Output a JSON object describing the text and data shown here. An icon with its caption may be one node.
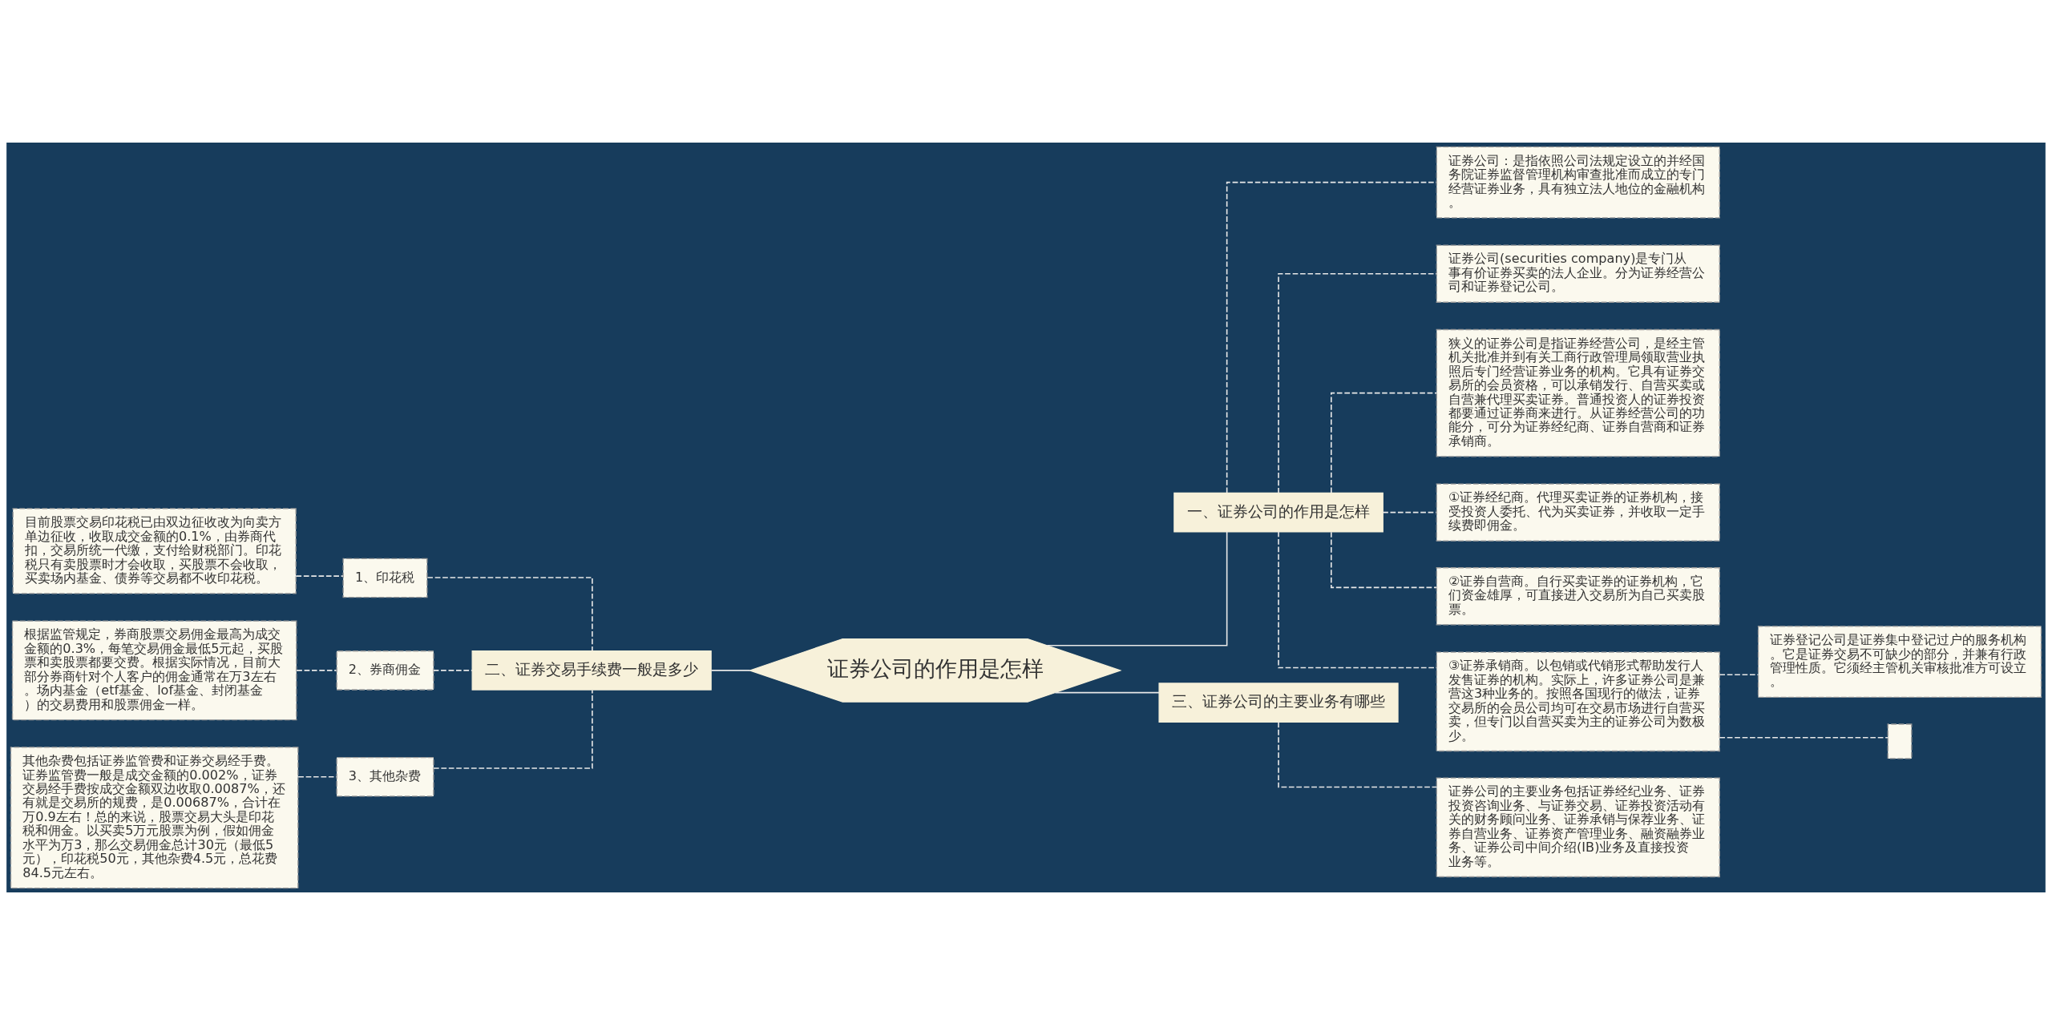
{
  "diagram": {
    "nodes": [
      {
        "text": [
          "证券公司的作用是怎样"
        ]
      },
      {
        "text": [
          "一、证券公司的作用是怎样"
        ]
      },
      {
        "text": [
          "二、证券交易手续费一般是多少"
        ]
      },
      {
        "text": [
          "三、证券公司的主要业务有哪些"
        ]
      },
      {
        "text": [
          "证券公司：是指依照公司法规定设立的并经国务院证券监督管理机构审查批准而成立的专门经营证券业务，具有独立法人地位的金融机构。"
        ]
      },
      {
        "text": [
          "证券公司(securities company)是专门从事有价证券买卖的法人企业。分为证券经营公司和证券登记公司。"
        ]
      },
      {
        "text": [
          "狭义的证券公司是指证券经营公司，是经主管机关批准并到有关工商行政管理局领取营业执照后专门经营证券业务的机构。它具有证券交易所的会员资格，可以承销发行、自营买卖或自营兼代理买卖证券。普通投资人的证券投资都要通过证券商来进行。从证券经营公司的功能分，可分为证券经纪商、证券自营商和证券承销商。"
        ]
      },
      {
        "text": [
          "①证券经纪商。代理买卖证券的证券机构，接受投资人委托、代为买卖证券，并收取一定手续费即佣金。"
        ]
      },
      {
        "text": [
          "②证券自营商。自行买卖证券的证券机构，它们资金雄厚，可直接进入交易所为自己买卖股票。"
        ]
      },
      {
        "text": [
          "③证券承销商。以包销或代销形式帮助发行人发售证券的机构。实际上，许多证券公司是兼营这3种业务的。按照各国现行的做法，证券交易所的会员公司均可在交易市场进行自营买卖，但专门以自营买卖为主的证券公司为数极少。"
        ]
      },
      {
        "text": [
          "证券登记公司是证券集中登记过户的服务机构。它是证券交易不可缺少的部分，并兼有行政管理性质。它须经主管机关审核批准方可设立。"
        ]
      },
      {
        "text": [],
        "shape": "box"
      },
      {
        "text": [
          "证券公司的主要业务包括证券经纪业务、证券投资咨询业务、与证券交易、证券投资活动有关的财务顾问业务、证券承销与保荐业务、证券自营业务、证券资产管理业务、融资融券业务、证券公司中间介绍(IB)业务及直接投资业务等。"
        ]
      },
      {
        "text": [
          "1、印花税"
        ]
      },
      {
        "text": [
          "目前股票交易印花税已由双边征收改为向卖方单边征收，收取成交金额的0.1%，由券商代扣，交易所统一代缴，支付给财税部门。印花税只有卖股票时才会收取，买股票不会收取，买卖场内基金、债券等交易都不收印花税。"
        ]
      },
      {
        "text": [
          "2、券商佣金"
        ]
      },
      {
        "text": [
          "根据监管规定，券商股票交易佣金最高为成交金额的0.3%，每笔交易佣金最低5元起，买股票和卖股票都要交费。根据实际情况，目前大部分券商针对个人客户的佣金通常在万3左右。场内基金（etf基金、lof基金、封闭基金）的交易费用和股票佣金一样。"
        ]
      },
      {
        "text": [
          "3、其他杂费"
        ]
      },
      {
        "text": [
          "其他杂费包括证券监管费和证券交易经手费。证券监管费一般是成交金额的0.002%，证券交易经手费按成交金额双边收取0.0087%，还有就是交易所的规费，是0.00687%，合计在万0.9左右！总的来说，股票交易大头是印花税和佣金。以买卖5万元股票为例，假如佣金水平为万3，那么交易佣金总计30元（最低5元），印花税50元，其他杂费4.5元，总花费84.5元左右。"
        ]
      }
    ],
    "edges": [
      {
        "from": 0,
        "to": 1,
        "arrow": "none"
      },
      {
        "from": 0,
        "to": 2,
        "arrow": "none"
      },
      {
        "from": 0,
        "to": 3,
        "arrow": "none"
      },
      {
        "from": 1,
        "to": 4,
        "arrow": "none",
        "style": "dashed"
      },
      {
        "from": 1,
        "to": 5,
        "arrow": "none",
        "style": "dashed"
      },
      {
        "from": 1,
        "to": 6,
        "arrow": "none",
        "style": "dashed"
      },
      {
        "from": 1,
        "to": 7,
        "arrow": "none",
        "style": "dashed"
      },
      {
        "from": 1,
        "to": 8,
        "arrow": "none",
        "style": "dashed"
      },
      {
        "from": 1,
        "to": 9,
        "arrow": "none",
        "style": "dashed"
      },
      {
        "from": 9,
        "to": 10,
        "arrow": "none",
        "style": "dashed"
      },
      {
        "from": 9,
        "to": 11,
        "arrow": "none",
        "style": "dashed"
      },
      {
        "from": 3,
        "to": 12,
        "arrow": "none",
        "style": "dashed"
      },
      {
        "from": 2,
        "to": 13,
        "arrow": "none",
        "style": "dashed"
      },
      {
        "from": 13,
        "to": 14,
        "arrow": "none",
        "style": "dashed"
      },
      {
        "from": 2,
        "to": 15,
        "arrow": "none",
        "style": "dashed"
      },
      {
        "from": 15,
        "to": 16,
        "arrow": "none",
        "style": "dashed"
      },
      {
        "from": 2,
        "to": 17,
        "arrow": "none",
        "style": "dashed"
      },
      {
        "from": 17,
        "to": 18,
        "arrow": "none",
        "style": "dashed"
      }
    ]
  }
}
